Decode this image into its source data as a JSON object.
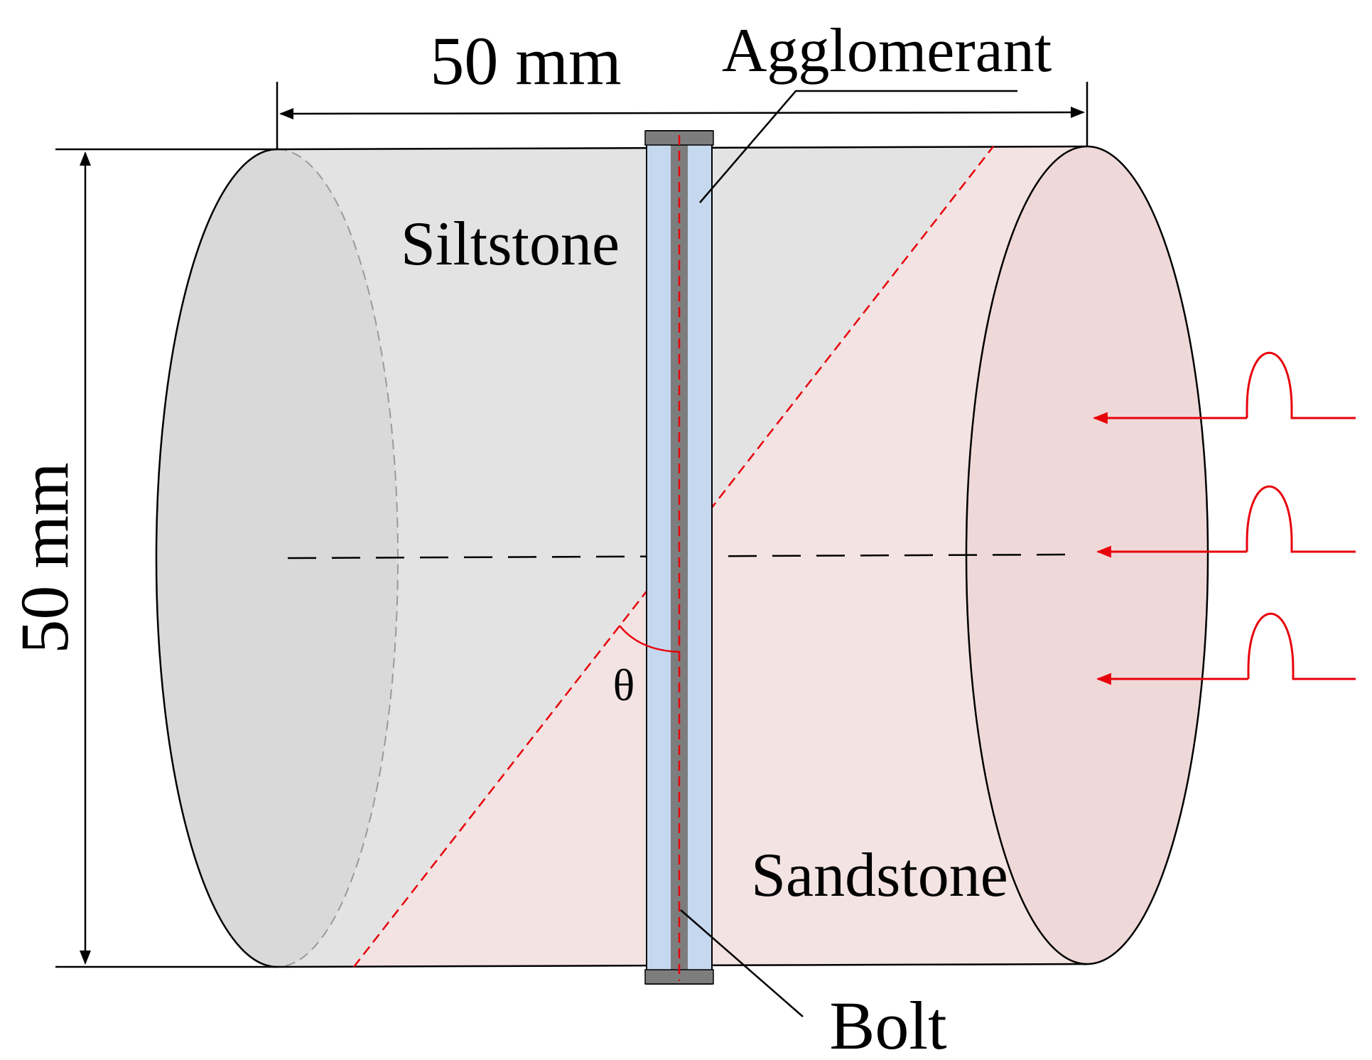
{
  "labels": {
    "width_dim": "50 mm",
    "height_dim": "50 mm",
    "agglomerant": "Agglomerant",
    "siltstone": "Siltstone",
    "sandstone": "Sandstone",
    "bolt": "Bolt",
    "theta": "θ"
  },
  "colors": {
    "siltstone": "#e3e3e3",
    "siltstone_end": "#d9d9d9",
    "sandstone": "#f3e3e2",
    "sandstone_end": "#efd9d8",
    "agglomerant": "#c5d8ef",
    "bolt": "#7d7d7d",
    "wave": "#e8000b",
    "outline": "#000000"
  }
}
